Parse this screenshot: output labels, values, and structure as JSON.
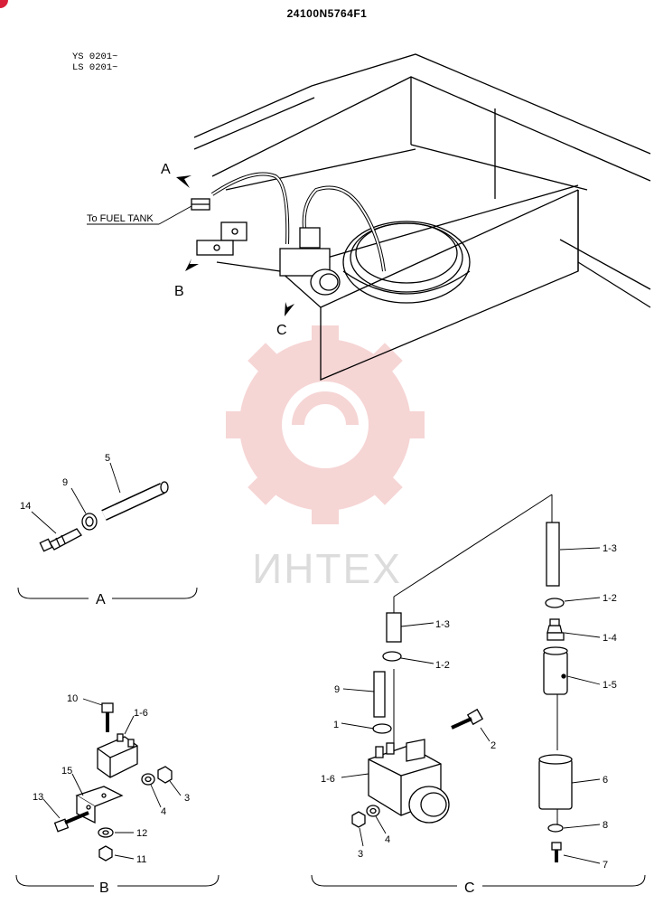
{
  "document_id": "24100N5764F1",
  "serial_lines": [
    "YS 0201~",
    "LS 0201~"
  ],
  "watermark": "ИНТЕХ",
  "overview": {
    "arrows": [
      "A",
      "B",
      "C"
    ],
    "note": "To FUEL TANK"
  },
  "views": {
    "A": {
      "title": "A",
      "parts": [
        "14",
        "9",
        "5"
      ]
    },
    "B": {
      "title": "B",
      "parts": [
        "10",
        "1-6",
        "15",
        "3",
        "4",
        "13",
        "12",
        "11"
      ]
    },
    "C": {
      "title": "C",
      "parts": [
        "1-3",
        "1-2",
        "9",
        "1",
        "1-6",
        "3",
        "4",
        "2",
        "1-3",
        "1-2",
        "1-4",
        "1-5",
        "6",
        "8",
        "7"
      ]
    }
  },
  "colors": {
    "ink": "#000000",
    "watermark": "#f2c2c2",
    "badge": "#d8203a"
  }
}
